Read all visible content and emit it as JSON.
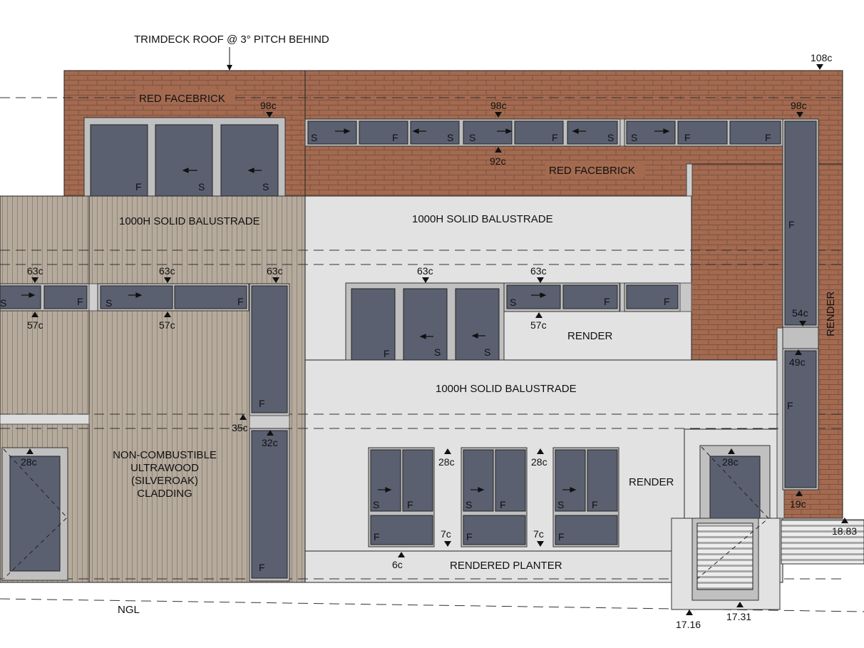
{
  "drawing": {
    "type": "architectural-elevation",
    "colors": {
      "brick": "#a36a50",
      "brick_mortar": "#7e5240",
      "cladding": "#b5aa9c",
      "cladding_line": "#8f8679",
      "render": "#e2e2e2",
      "glass": "#5b6070",
      "frame": "#c0c0c0",
      "line": "#222222"
    },
    "labels": {
      "roof_note": "TRIMDECK ROOF @ 3° PITCH BEHIND",
      "facebrick_1": "RED FACEBRICK",
      "facebrick_2": "RED FACEBRICK",
      "balustrade_left": "1000H SOLID BALUSTRADE",
      "balustrade_mid": "1000H SOLID BALUSTRADE",
      "balustrade_lower": "1000H SOLID BALUSTRADE",
      "cladding_note": [
        "NON-COMBUSTIBLE",
        "ULTRAWOOD",
        "(SILVEROAK)",
        "CLADDING"
      ],
      "render_mid": "RENDER",
      "render_lower": "RENDER",
      "render_vertical": "RENDER",
      "planter": "RENDERED PLANTER",
      "ngl": "NGL"
    },
    "levels": {
      "roof_top": "108c",
      "top_window_left": "98c",
      "top_window_mid": "98c",
      "top_window_right": "98c",
      "top_window_sill": "92c",
      "mid_head_1": "63c",
      "mid_head_2": "63c",
      "mid_head_3": "63c",
      "mid_head_4": "63c",
      "mid_head_5": "63c",
      "mid_sill_1": "57c",
      "mid_sill_2": "57c",
      "mid_sill_3": "57c",
      "right_window_head": "54c",
      "right_window_2_top": "49c",
      "slab_35": "35c",
      "window_32": "32c",
      "door_left": "28c",
      "win_group_1": "28c",
      "win_group_2": "28c",
      "door_right": "28c",
      "sill_7a": "7c",
      "sill_7b": "7c",
      "planter_6": "6c",
      "right_sill_19": "19c",
      "spot_1883": "18.83",
      "spot_1716": "17.16",
      "spot_1731": "17.31"
    },
    "pane_marks": {
      "fixed": "F",
      "sliding": "S"
    }
  }
}
